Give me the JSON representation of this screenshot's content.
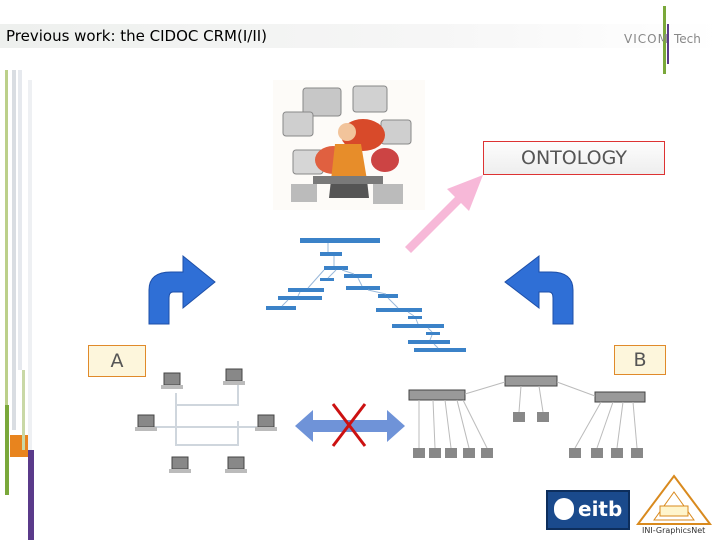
{
  "slide": {
    "title": "Previous work: the CIDOC CRM(I/II)",
    "ontology_label": "ONTOLOGY",
    "label_a": "A",
    "label_b": "B"
  },
  "logos": {
    "vicom_text": "VICOM",
    "tech_text": "Tech",
    "eitb_text": "eitb",
    "graphicsnet_text": "INI-GraphicsNet"
  },
  "colors": {
    "accent_green": "#7aa83a",
    "accent_orange": "#e8841e",
    "accent_purple": "#5a3a8a",
    "arrow_blue": "#2f6fd6",
    "arrow_pink": "#f7b8d8",
    "cross_red": "#cc1111"
  }
}
